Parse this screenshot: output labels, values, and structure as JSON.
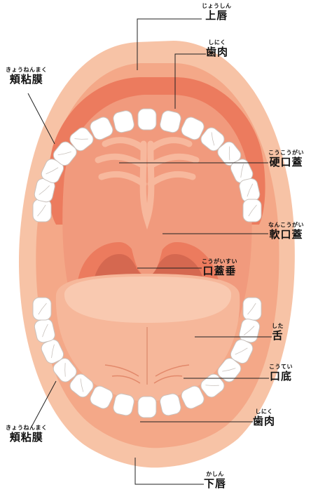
{
  "diagram": {
    "colors": {
      "outer_lip": "#f7c3a6",
      "lip_mid": "#f4a888",
      "gum_red": "#ec7b5e",
      "palate": "#f19a7d",
      "palate_ridge": "#f7b89d",
      "throat_dark": "#d56850",
      "tongue": "#f6b79a",
      "tongue_top": "#f9c9b0",
      "teeth": "#ffffff",
      "tooth_line": "#c9c2bd",
      "leader": "#222222"
    },
    "labels": {
      "upper_lip": {
        "ruby": "じょうしん",
        "text": "上唇"
      },
      "gum_upper": {
        "ruby": "しにく",
        "text": "歯肉"
      },
      "buccal_upper": {
        "ruby": "きょうねんまく",
        "text": "頬粘膜"
      },
      "hard_palate": {
        "ruby": "こうこうがい",
        "text": "硬口蓋"
      },
      "soft_palate": {
        "ruby": "なんこうがい",
        "text": "軟口蓋"
      },
      "uvula": {
        "ruby": "こうがいすい",
        "text": "口蓋垂"
      },
      "tongue": {
        "ruby": "した",
        "text": "舌"
      },
      "mouth_floor": {
        "ruby": "こうてい",
        "text": "口底"
      },
      "buccal_lower": {
        "ruby": "きょうねんまく",
        "text": "頬粘膜"
      },
      "gum_lower": {
        "ruby": "しにく",
        "text": "歯肉"
      },
      "lower_lip": {
        "ruby": "かしん",
        "text": "下唇"
      }
    }
  }
}
